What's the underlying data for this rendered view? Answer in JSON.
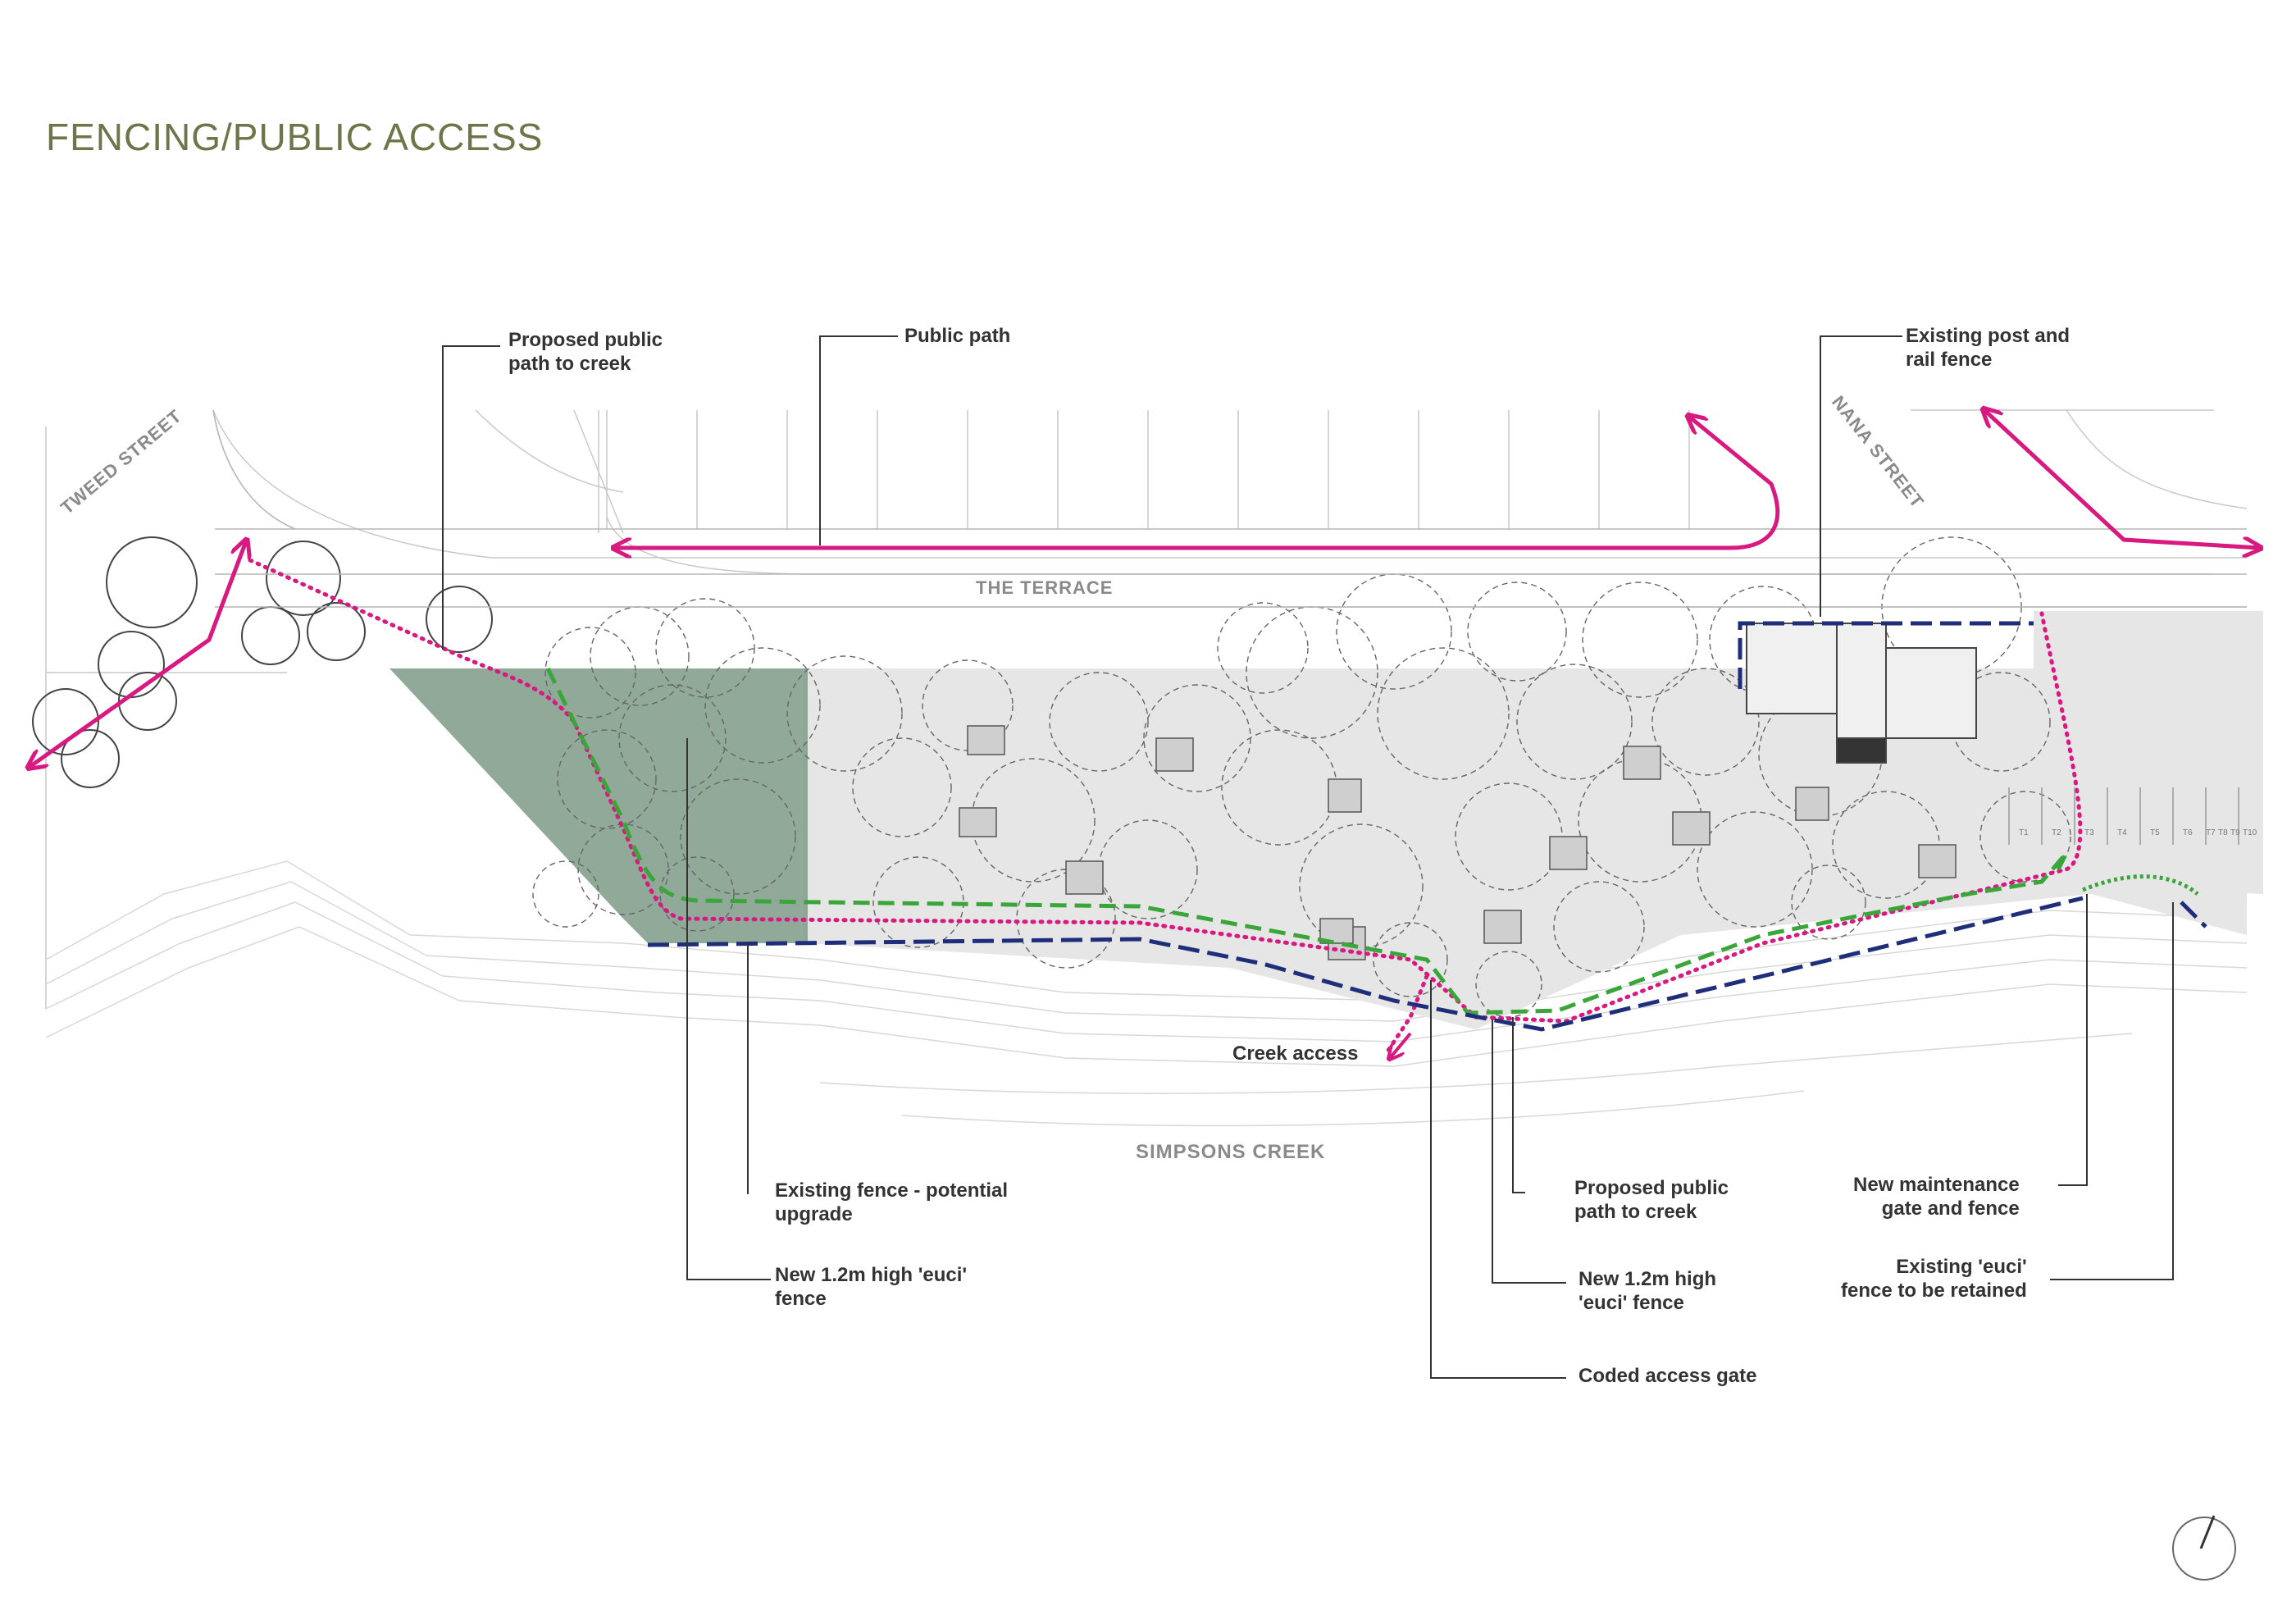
{
  "title": "FENCING/PUBLIC ACCESS",
  "streets": {
    "tweed": "TWEED STREET",
    "terrace": "THE TERRACE",
    "nana": "NANA STREET",
    "creek": "SIMPSONS CREEK"
  },
  "callouts": {
    "proposed_path_top": "Proposed public\npath to creek",
    "public_path": "Public path",
    "existing_post_rail": "Existing post and\nrail fence",
    "creek_access": "Creek access",
    "existing_fence_upgrade": "Existing fence - potential\nupgrade",
    "new_euci_left": "New 1.2m high 'euci'\nfence",
    "proposed_path_bottom": "Proposed public\npath to creek",
    "new_euci_mid": "New 1.2m high\n'euci' fence",
    "coded_gate": "Coded access gate",
    "maintenance_gate": "New maintenance\ngate and fence",
    "existing_euci": "Existing 'euci'\nfence to be retained"
  },
  "parking_labels": [
    "T1",
    "T2",
    "T3",
    "T4",
    "T5",
    "T6",
    "T7",
    "T8",
    "T9",
    "T10"
  ],
  "colors": {
    "title": "#6e7549",
    "public_path": "#d8197f",
    "dotted_path": "#d8197f",
    "new_fence": "#3aa63a",
    "existing_fence": "#1f2e7a",
    "shaded_area": "#7e9a86",
    "site_fill": "#e6e6e6"
  },
  "icons": {
    "north_arrow": "north-arrow-icon"
  }
}
